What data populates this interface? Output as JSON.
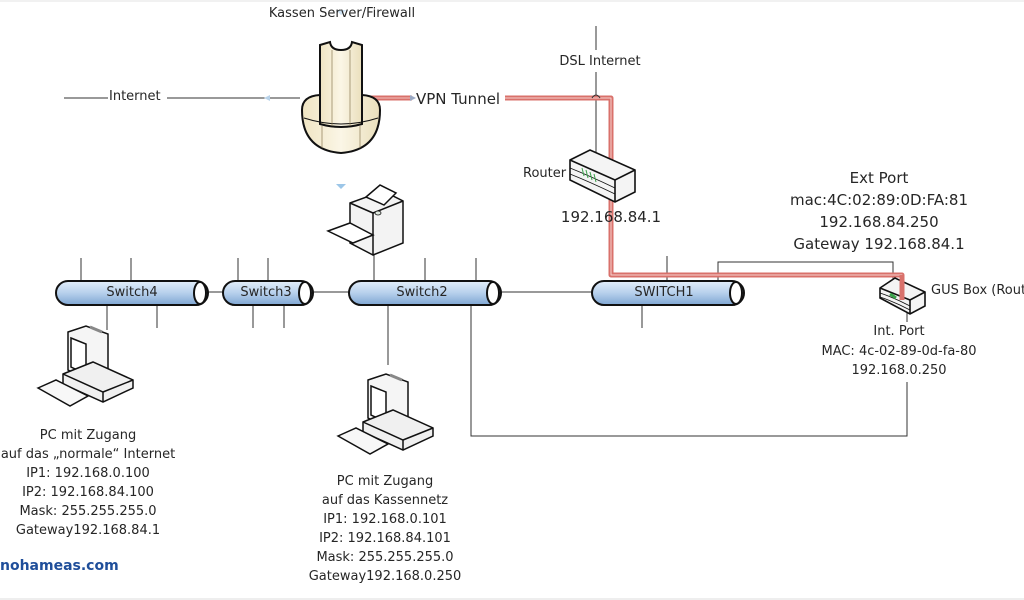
{
  "diagram": {
    "nodes": {
      "server": {
        "label": "Kassen Server/Firewall",
        "icon": "server-firewall-icon"
      },
      "internet_left": {
        "label": "Internet"
      },
      "vpn": {
        "label": "VPN Tunnel"
      },
      "dsl": {
        "label": "DSL Internet"
      },
      "router": {
        "label": "Router",
        "ip": "192.168.84.1",
        "icon": "router-icon"
      },
      "ext_port": {
        "title": "Ext Port",
        "mac": "mac:4C:02:89:0D:FA:81",
        "ip": "192.168.84.250",
        "gateway": "Gateway 192.168.84.1"
      },
      "gus_box": {
        "label": "GUS Box (Rout",
        "icon": "router-icon"
      },
      "int_port": {
        "title": "Int. Port",
        "mac": "MAC: 4c-02-89-0d-fa-80",
        "ip": "192.168.0.250"
      },
      "printer": {
        "icon": "printer-icon"
      }
    },
    "switches": [
      {
        "id": "switch4",
        "label": "Switch4"
      },
      {
        "id": "switch3",
        "label": "Switch3"
      },
      {
        "id": "switch2",
        "label": "Switch2"
      },
      {
        "id": "switch1",
        "label": "SWITCH1"
      }
    ],
    "pcs": [
      {
        "lines": [
          "PC mit Zugang",
          "auf das „normale“ Internet",
          "IP1: 192.168.0.100",
          "IP2: 192.168.84.100",
          "Mask: 255.255.255.0",
          "Gateway192.168.84.1"
        ]
      },
      {
        "lines": [
          "PC mit Zugang",
          "auf das Kassennetz",
          "IP1: 192.168.0.101",
          "IP2: 192.168.84.101",
          "Mask: 255.255.255.0",
          "Gateway192.168.0.250"
        ]
      }
    ],
    "watermark": "nohameas.com",
    "colors": {
      "vpn_line": "#d9716b",
      "switch_fill_top": "#dce9f7",
      "switch_fill_bottom": "#8fb4dc",
      "server_fill": "#f6eed6",
      "watermark": "#1f4e9a"
    }
  }
}
